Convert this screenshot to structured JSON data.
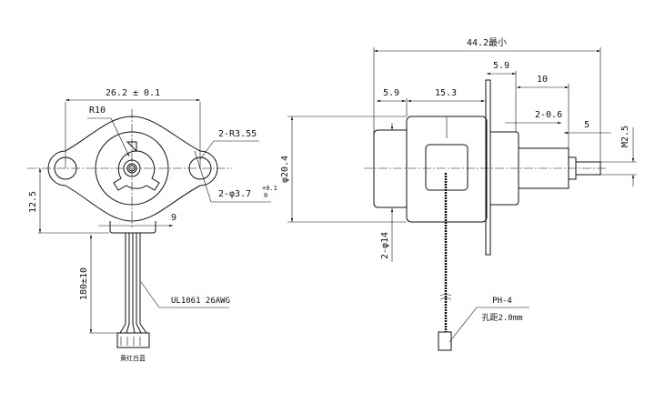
{
  "front_view": {
    "width_dim": "26.2 ± 0.1",
    "radius": "R10",
    "ear_radius": "2-R3.55",
    "hole_dia": "2-φ3.7",
    "hole_tol_upper": "+0.1",
    "hole_tol_lower": "0",
    "height_dim": "12.5",
    "boss_dim": "9",
    "lead_length": "180±10",
    "wire_spec": "UL1061 26AWG",
    "wire_colors": "黄红白蓝"
  },
  "side_view": {
    "overall_length": "44.2最小",
    "cap_length": "5.9",
    "body_length": "15.3",
    "gearbox_length": "5.9",
    "boss_length": "10",
    "flange_gap": "2-0.6",
    "shaft_length": "5",
    "shaft_thread": "M2.5",
    "body_dia": "φ20.4",
    "cap_dia": "2-φ14",
    "connector": "PH-4",
    "connector_pitch": "孔距2.0mm"
  }
}
